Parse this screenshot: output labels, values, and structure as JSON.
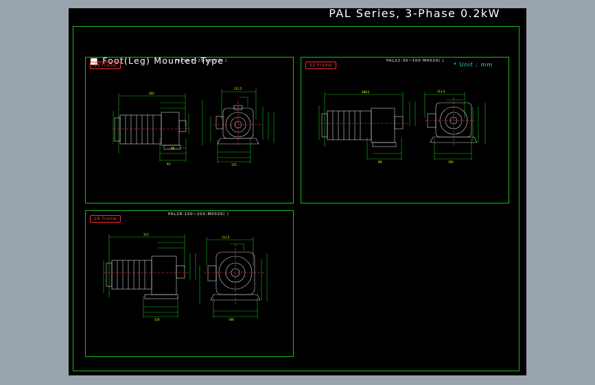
{
  "drawing": {
    "title": "PAL Series, 3-Phase 0.2kW",
    "subtitle": "Foot(Leg) Mounted Type",
    "unit": "* Unit : mm",
    "panels": [
      {
        "frame": "18 Frame",
        "model": "PAL18-5~25-M0020(  )"
      },
      {
        "frame": "22 Frame",
        "model": "PAL22-30~100-M0020(  )"
      },
      {
        "frame": "28 Frame",
        "model": "PAL28-100~200-M0020(  )"
      }
    ]
  }
}
